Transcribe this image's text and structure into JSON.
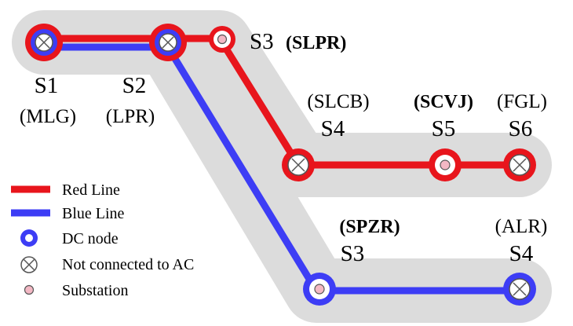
{
  "colors": {
    "red_line": "#e8151c",
    "blue_line": "#3d3df5",
    "backdrop": "#dcdcdc",
    "substation_fill": "#f3b8c4"
  },
  "stations": {
    "s1": {
      "code": "S1",
      "name": "(MLG)"
    },
    "s2": {
      "code": "S2",
      "name": "(LPR)"
    },
    "s3_red": {
      "code": "S3",
      "name": "(SLPR)"
    },
    "s4_red": {
      "code": "S4",
      "name": "(SLCB)"
    },
    "s5_red": {
      "code": "S5",
      "name": "(SCVJ)"
    },
    "s6_red": {
      "code": "S6",
      "name": "(FGL)"
    },
    "s3_blue": {
      "code": "S3",
      "name": "(SPZR)"
    },
    "s4_blue": {
      "code": "S4",
      "name": "(ALR)"
    }
  },
  "legend": {
    "red_line": "Red Line",
    "blue_line": "Blue Line",
    "dc_node": "DC node",
    "not_connected": "Not connected to AC",
    "substation": "Substation"
  },
  "icons": {
    "not_connected": "circled-x-icon",
    "substation": "pink-dot-icon",
    "dc_node": "ring-icon"
  }
}
